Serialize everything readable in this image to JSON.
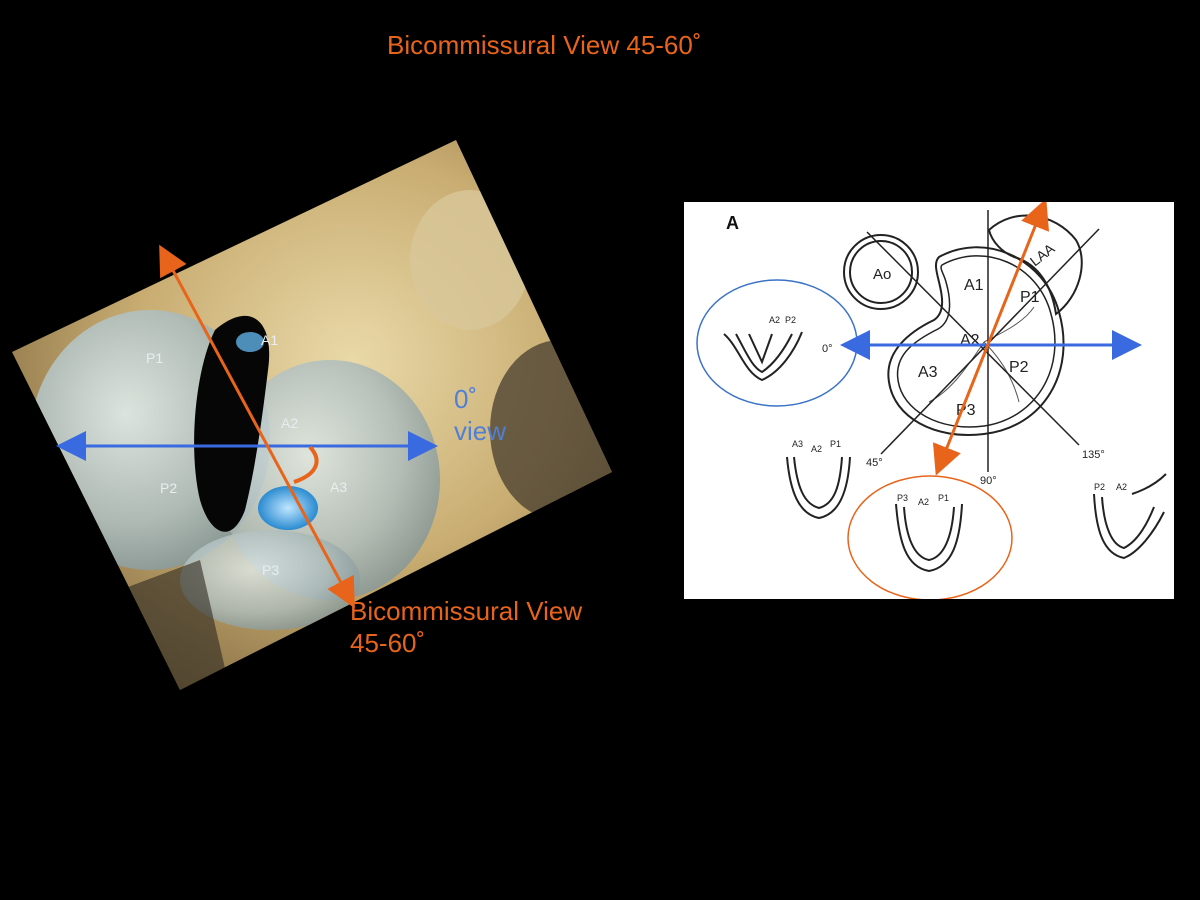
{
  "title": "Bicommissural View 45-60˚",
  "echo_image": {
    "segment_labels": {
      "A1": "A1",
      "A2": "A2",
      "A3": "A3",
      "P1": "P1",
      "P2": "P2",
      "P3": "P3"
    },
    "zero_view_line1": "0˚",
    "zero_view_line2": "view",
    "bicommissural_line1": "Bicommissural View",
    "bicommissural_line2": "45-60˚"
  },
  "schematic": {
    "panel_letter": "A",
    "labels": {
      "ao": "Ao",
      "laa": "LAA",
      "a1": "A1",
      "a2": "A2",
      "a3": "A3",
      "p1": "P1",
      "p2": "P2",
      "p3": "P3"
    },
    "angle_labels": {
      "deg0": "0°",
      "deg45": "45°",
      "deg90": "90°",
      "deg135": "135°"
    },
    "view_labels": {
      "view0": [
        "A2",
        "P2"
      ],
      "view45": [
        "A3",
        "A2",
        "P1"
      ],
      "view90": [
        "P3",
        "A2",
        "P1"
      ],
      "view135": [
        "P2",
        "A2"
      ]
    }
  },
  "colors": {
    "orange": "#e8641b",
    "blue": "#3a6ae0",
    "blue_text": "#4f7fd6"
  }
}
